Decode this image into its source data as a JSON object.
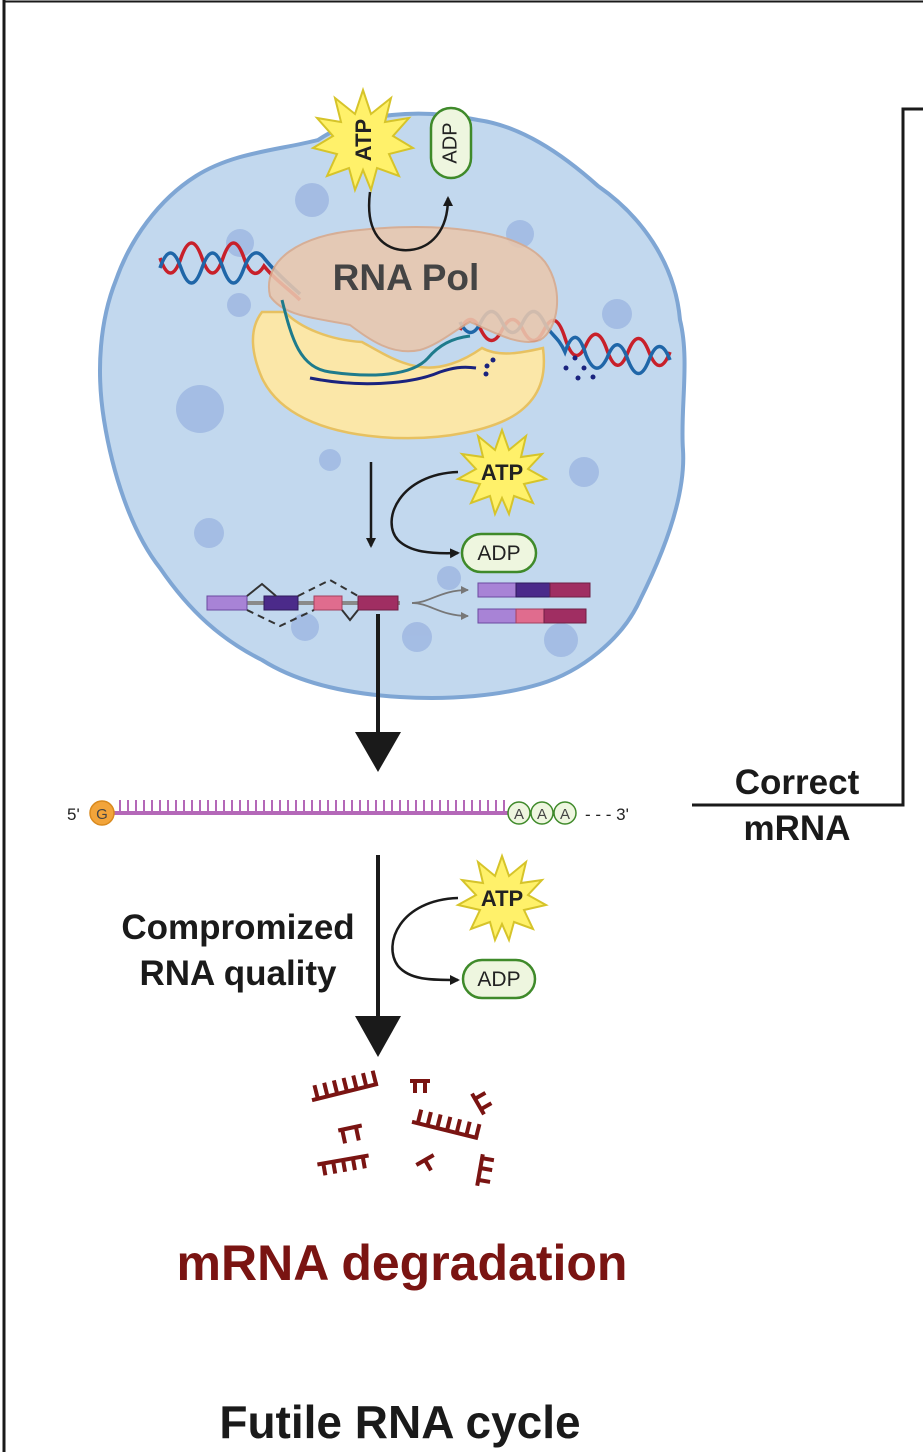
{
  "nucleus": {
    "rna_pol_label": "RNA Pol",
    "top_atp": "ATP",
    "top_adp": "ADP",
    "splice_atp": "ATP",
    "splice_adp": "ADP"
  },
  "mrna": {
    "five_prime": "5'",
    "cap": "G",
    "polya": [
      "A",
      "A",
      "A"
    ],
    "three_prime": "- - - 3'"
  },
  "quality": {
    "line1": "Compromized",
    "line2": "RNA quality",
    "atp": "ATP",
    "adp": "ADP"
  },
  "correct": {
    "line1": "Correct",
    "line2": "mRNA"
  },
  "degradation_label": "mRNA degradation",
  "cycle_title": "Futile RNA cycle",
  "colors": {
    "nucleus_fill": "#c2d8ee",
    "nucleus_stroke": "#7fa6d4",
    "speck": "#9fb8e2",
    "pol_fill": "#fbe7a8",
    "atp_star": "#fff16a",
    "adp_fill": "#eef6df",
    "adp_stroke": "#3f8a2a",
    "mrna_line": "#b468b8",
    "cap": "#f2a43a",
    "degradation": "#7a1412"
  }
}
